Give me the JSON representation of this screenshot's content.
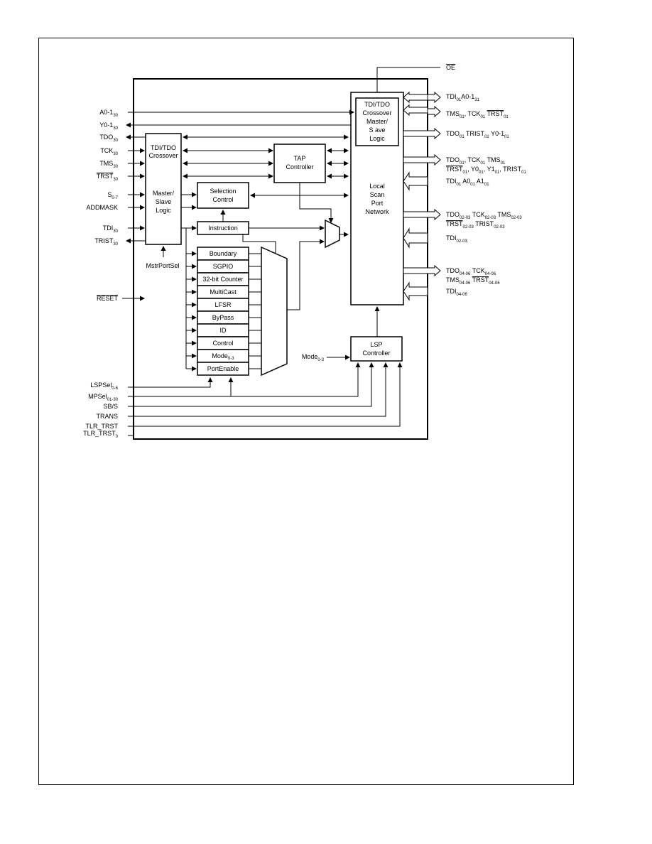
{
  "left_signals": {
    "a0_1": {
      "main": "A0-1",
      "sub": "30"
    },
    "y0_1": {
      "main": "Y0-1",
      "sub": "30"
    },
    "tdo": {
      "main": "TDO",
      "sub": "30"
    },
    "tck": {
      "main": "TCK",
      "sub": "30"
    },
    "tms": {
      "main": "TMS",
      "sub": "30"
    },
    "trst": {
      "main": "TRST",
      "sub": "30"
    },
    "s": {
      "main": "S",
      "sub": "0-7"
    },
    "addmask": {
      "main": "ADDMASK"
    },
    "tdi": {
      "main": "TDI",
      "sub": "30"
    },
    "trist": {
      "main": "TRIST",
      "sub": "30"
    },
    "reset": {
      "main": "RESET"
    },
    "lspsel": {
      "main": "LSPSel",
      "sub": "0-6"
    },
    "mpsel": {
      "main": "MPSel",
      "sub": "01-30"
    },
    "sbs": {
      "main": "SB/S"
    },
    "trans": {
      "main": "TRANS"
    },
    "tlr_trst": {
      "main": "TLR_TRST"
    },
    "tlr_trst0": {
      "main": "TLR_TRST",
      "sub": "0"
    }
  },
  "right_signals": {
    "oe": {
      "main": "OE"
    },
    "r1": {
      "p1": "TDI",
      "s1": "01",
      "p2": "A0-1",
      "s2": "31"
    },
    "r2": {
      "p1": "TMS",
      "s1": "01",
      "p2": "TCK",
      "s2": "01",
      "p3": "TRST",
      "s3": "01"
    },
    "r3": {
      "p1": "TDO",
      "s1": "01",
      "p2": "TRIST",
      "s2": "01",
      "p3": "Y0-1",
      "s3": "01"
    },
    "r4a": {
      "p1": "TDO",
      "s1": "01",
      "p2": "TCK",
      "s2": "01",
      "p3": "TMS",
      "s3": "01"
    },
    "r4b": {
      "p1": "TRST",
      "s1": "01",
      "p2": "Y0",
      "s2": "01",
      "p3": "Y1",
      "s3": "01",
      "p4": "TRIST",
      "s4": "01"
    },
    "r5": {
      "p1": "TDI",
      "s1": "01",
      "p2": "A0",
      "s2": "01",
      "p3": "A1",
      "s3": "01"
    },
    "r6a": {
      "p1": "TDO",
      "s1": "02-03",
      "p2": "TCK",
      "s2": "02-03",
      "p3": "TMS",
      "s3": "02-03"
    },
    "r6b": {
      "p1": "TRST",
      "s1": "02-03",
      "p2": "TRIST",
      "s2": "02-03"
    },
    "r7": {
      "p1": "TDI",
      "s1": "02-03"
    },
    "r8a": {
      "p1": "TDO",
      "s1": "04-06",
      "p2": "TCK",
      "s2": "04-06"
    },
    "r8b": {
      "p1": "TMS",
      "s1": "04-06",
      "p2": "TRST",
      "s2": "04-06"
    },
    "r9": {
      "p1": "TDI",
      "s1": "04-06"
    }
  },
  "blocks": {
    "crossover_left": [
      "TDI/TDO",
      "Crossover",
      "",
      "Master/",
      "Slave",
      "Logic"
    ],
    "crossover_right": [
      "TDI/TDO",
      "Crossover",
      "Master/",
      "S ave",
      "Logic"
    ],
    "tap": [
      "TAP",
      "Controller"
    ],
    "selection": [
      "Selection",
      "Control"
    ],
    "instruction": "Instruction",
    "registers": [
      "Boundary",
      "SGPIO",
      "32-bit Counter",
      "MultiCast",
      "LFSR",
      "ByPass",
      "ID",
      "Control",
      "Mode",
      "PortEnable"
    ],
    "mode_sub": "0-3",
    "lsp_network": [
      "Local",
      "Scan",
      "Port",
      "Network"
    ],
    "lsp_controller": [
      "LSP",
      "Controller"
    ],
    "mode_input": {
      "main": "Mode",
      "sub": "0-3"
    },
    "mstr_port_sel": "MstrPortSel"
  },
  "colors": {
    "line": "#000000",
    "background": "#ffffff"
  }
}
